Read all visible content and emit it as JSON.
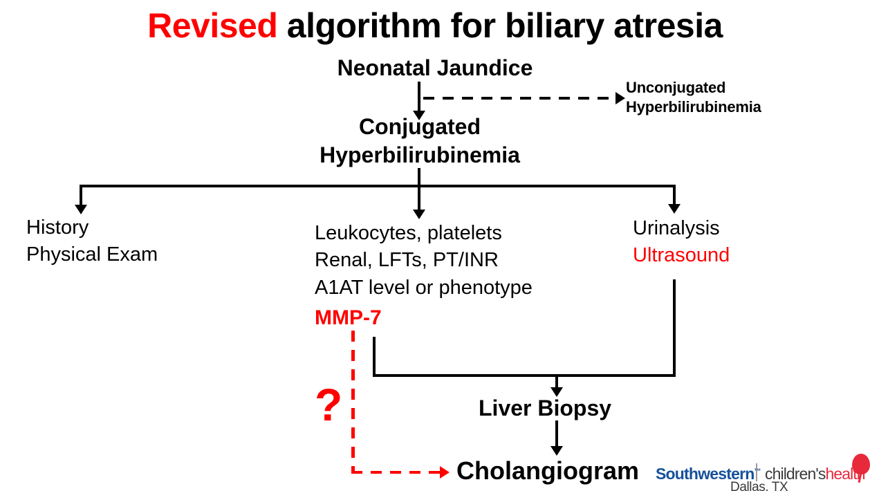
{
  "slide": {
    "title": {
      "highlight": "Revised",
      "rest": " algorithm for biliary atresia",
      "highlight_color": "#FF0000"
    }
  },
  "nodes": {
    "neonatal_jaundice": "Neonatal Jaundice",
    "unconjugated": "Unconjugated\nHyperbilirubinemia",
    "conjugated": "Conjugated\nHyperbilirubinemia",
    "history": "History\nPhysical Exam",
    "labs": "Leukocytes, platelets\nRenal, LFTs, PT/INR\nA1AT level or phenotype",
    "mmp7": "MMP-7",
    "urinalysis_line1": "Urinalysis",
    "urinalysis_line2": "Ultrasound",
    "question_mark": "?",
    "liver_biopsy": "Liver Biopsy",
    "cholangiogram": "Cholangiogram"
  },
  "colors": {
    "accent_red": "#FF0000",
    "black": "#000000",
    "logo_blue": "#16509B",
    "logo_red": "#E8293B"
  },
  "footer": {
    "southwestern": "Southwestern",
    "trademark": "™",
    "childrens": "children's",
    "health": "health",
    "city": "Dallas, TX"
  }
}
